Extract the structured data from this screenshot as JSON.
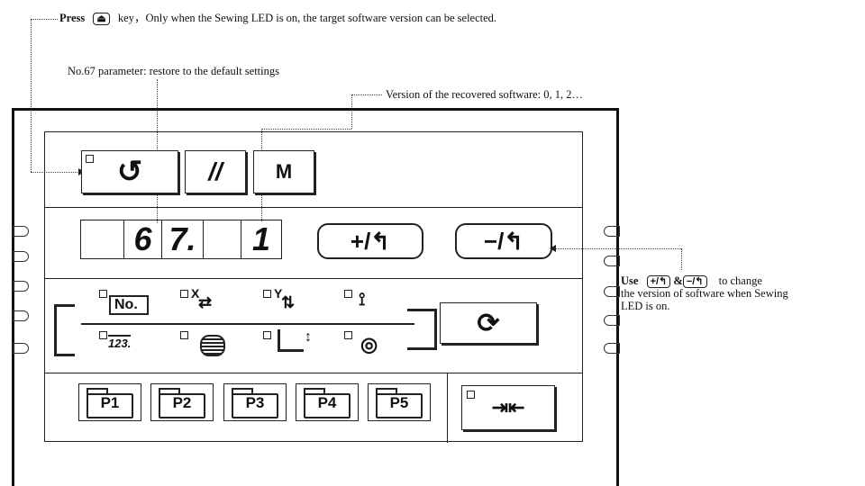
{
  "annotations": {
    "top_press": "Press",
    "top_key_icon": "⏏",
    "top_rest": "key，Only when the Sewing LED is on, the target software version can be selected.",
    "param_note": "No.67 parameter: restore to the default settings",
    "version_note": "Version of the recovered software: 0, 1, 2…",
    "use_word": "Use",
    "use_plus": "+/↰",
    "use_and": "&",
    "use_minus": "−/↰",
    "use_rest1": "to change",
    "use_rest2": "the version of software when Sewing",
    "use_rest3": "LED is on."
  },
  "panel": {
    "mode_buttons": {
      "reset": "↺",
      "thread": "//",
      "menu": "M"
    },
    "display": {
      "digit1": "6",
      "digit2": "7.",
      "digit3": "",
      "digit4": "1"
    },
    "plus_button": "+/↰",
    "minus_button": "−/↰",
    "mode_icons": {
      "no": "No.",
      "x_feed": "X",
      "y_feed": "Y",
      "counter": "123.",
      "cycle": "⟳"
    },
    "pattern_buttons": [
      "P1",
      "P2",
      "P3",
      "P4",
      "P5"
    ]
  }
}
